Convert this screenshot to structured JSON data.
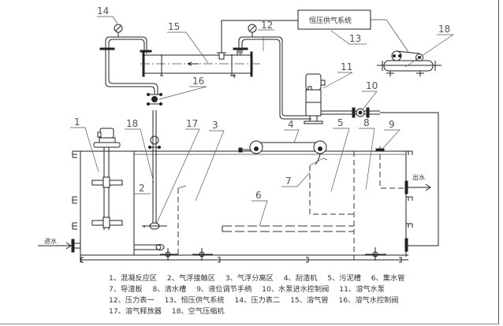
{
  "diagram": {
    "title": "Dissolved air flotation system schematic",
    "callouts": [
      {
        "id": "1",
        "text": "1"
      },
      {
        "id": "2",
        "text": "2"
      },
      {
        "id": "3",
        "text": "3"
      },
      {
        "id": "4",
        "text": "4"
      },
      {
        "id": "5",
        "text": "5"
      },
      {
        "id": "6",
        "text": "6"
      },
      {
        "id": "7",
        "text": "7"
      },
      {
        "id": "8",
        "text": "8"
      },
      {
        "id": "9",
        "text": "9"
      },
      {
        "id": "10",
        "text": "10"
      },
      {
        "id": "11",
        "text": "11"
      },
      {
        "id": "12",
        "text": "12"
      },
      {
        "id": "13",
        "text": "13"
      },
      {
        "id": "14",
        "text": "14"
      },
      {
        "id": "15",
        "text": "15"
      },
      {
        "id": "16",
        "text": "16"
      },
      {
        "id": "17",
        "text": "17"
      },
      {
        "id": "18",
        "text": "18"
      }
    ],
    "inlet_label": "进水",
    "outlet_label": "出水",
    "supply_box_label": "恒压供气系统"
  },
  "legend": {
    "rows": [
      [
        "1、混凝反应区",
        "2、气浮接触区",
        "3、气浮分离区",
        "4、刮渣机",
        "5、污泥槽",
        "6、集水管"
      ],
      [
        "7、导渣板",
        "8、清水槽",
        "9、液位调节手柄",
        "10、水泵进水控制阀",
        "11、溶气水泵"
      ],
      [
        "12、压力表一",
        "13、恒压供气系统",
        "14、压力表二",
        "15、溶气管",
        "16、溶气水控制阀"
      ],
      [
        "17、溶气释放器",
        "18、空气压缩机"
      ]
    ]
  }
}
